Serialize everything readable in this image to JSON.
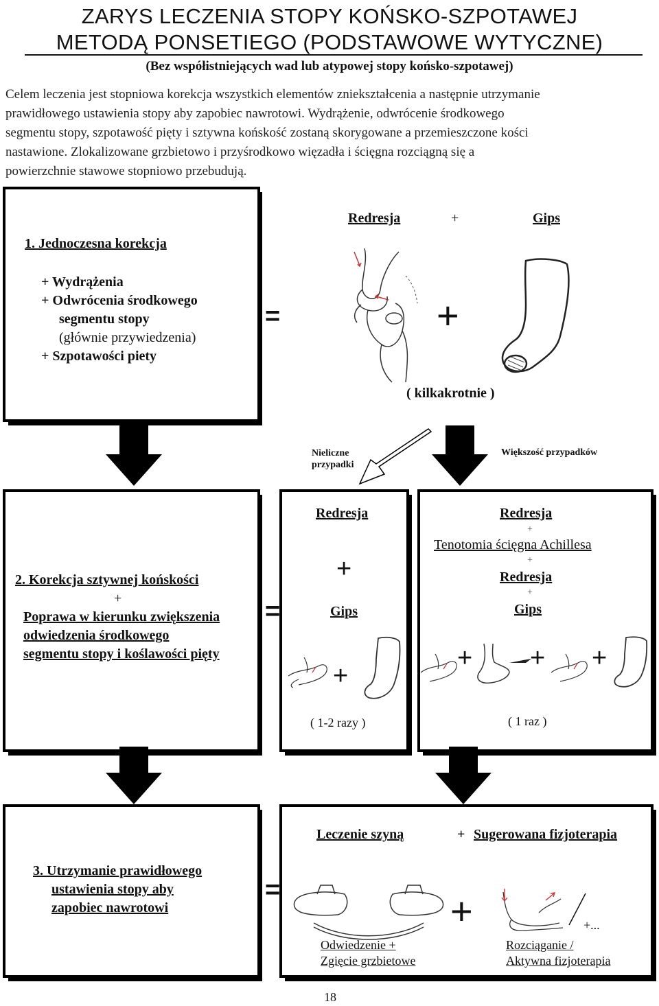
{
  "header": {
    "title_line1": "ZARYS LECZENIA STOPY KOŃSKO-SZPOTAWEJ",
    "title_line2": "METODĄ PONSETIEGO (PODSTAWOWE WYTYCZNE)",
    "subtitle": "(Bez współistniejących wad lub atypowej stopy końsko-szpotawej)"
  },
  "intro": [
    "Celem leczenia jest stopniowa korekcja wszystkich elementów zniekształcenia a następnie utrzymanie",
    "prawidłowego ustawienia stopy aby zapobiec nawrotowi. Wydrążenie, odwrócenie środkowego",
    "segmentu stopy, szpotawość pięty i sztywna końskość zostaną skorygowane a przemieszczone kości",
    "nastawione. Zlokalizowane grzbietowo i przyśrodkowo więzadła i ścięgna rozciągną się a",
    "powierzchnie stawowe stopniowo przebudują."
  ],
  "step1": {
    "title": "1. Jednoczesna korekcja",
    "items": [
      "+ Wydrążenia",
      "+ Odwrócenia środkowego",
      "segmentu stopy",
      "(głównie przywiedzenia)",
      "+ Szpotawości piety"
    ],
    "equals": "=",
    "redresja": "Redresja",
    "plus": "+",
    "gips": "Gips",
    "frequency": "( kilkakrotnie )"
  },
  "branch": {
    "few": [
      "Nieliczne",
      "przypadki"
    ],
    "most": "Większość przypadków"
  },
  "step2": {
    "lines": [
      "2. Korekcja sztywnej końskości",
      "+",
      "Poprawa w kierunku zwiększenia",
      "odwiedzenia środkowego",
      "segmentu stopy i koślawości pięty"
    ],
    "equals": "=",
    "left": {
      "redresja": "Redresja",
      "plus": "+",
      "gips": "Gips",
      "frequency": "( 1-2 razy )"
    },
    "right": {
      "redresja1": "Redresja",
      "plus1": "+",
      "tenotomy": "Tenotomia ścięgna Achillesa",
      "plus2": "+",
      "redresja2": "Redresja",
      "plus3": "+",
      "gips": "Gips",
      "frequency": "( 1 raz )"
    }
  },
  "step3": {
    "lines": [
      "3. Utrzymanie prawidłowego",
      "ustawienia stopy aby",
      "zapobiec nawrotowi"
    ],
    "equals": "=",
    "splint": "Leczenie szyną",
    "plus": "+",
    "physio": "Sugerowana fizjoterapia",
    "splint_caption": [
      "Odwiedzenie +",
      "Zgięcie grzbietowe"
    ],
    "physio_caption": [
      "Rozciąganie /",
      "Aktywna fizjoterapia"
    ],
    "etc": "+..."
  },
  "page_number": "18"
}
